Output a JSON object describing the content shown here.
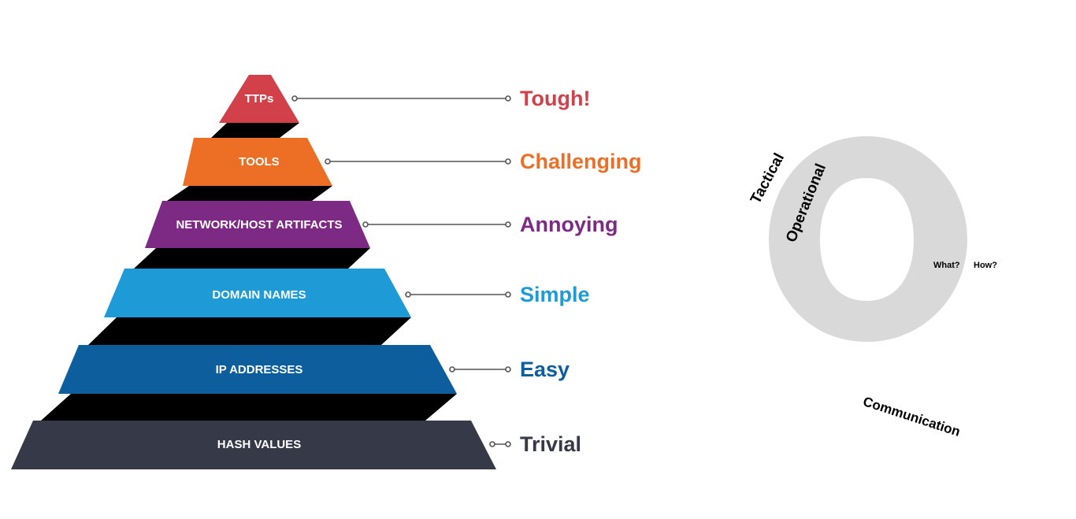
{
  "pyramid": {
    "tiers": [
      {
        "label": "TTPs",
        "difficulty": "Tough!",
        "color": "#d2404a"
      },
      {
        "label": "TOOLS",
        "difficulty": "Challenging",
        "color": "#ec6f25"
      },
      {
        "label": "NETWORK/HOST ARTIFACTS",
        "difficulty": "Annoying",
        "color": "#7d2a85"
      },
      {
        "label": "DOMAIN NAMES",
        "difficulty": "Simple",
        "color": "#1e9ad6"
      },
      {
        "label": "IP ADDRESSES",
        "difficulty": "Easy",
        "color": "#0c5e9c"
      },
      {
        "label": "HASH VALUES",
        "difficulty": "Trivial",
        "color": "#363947"
      }
    ],
    "connector_color": "#555555",
    "shadow_color": "#000000"
  },
  "side_diagram": {
    "ring_color": "#d9d9d9",
    "labels": {
      "tactical": "Tactical",
      "operational": "Operational",
      "what": "What?",
      "how": "How?",
      "communication": "Communication"
    }
  }
}
